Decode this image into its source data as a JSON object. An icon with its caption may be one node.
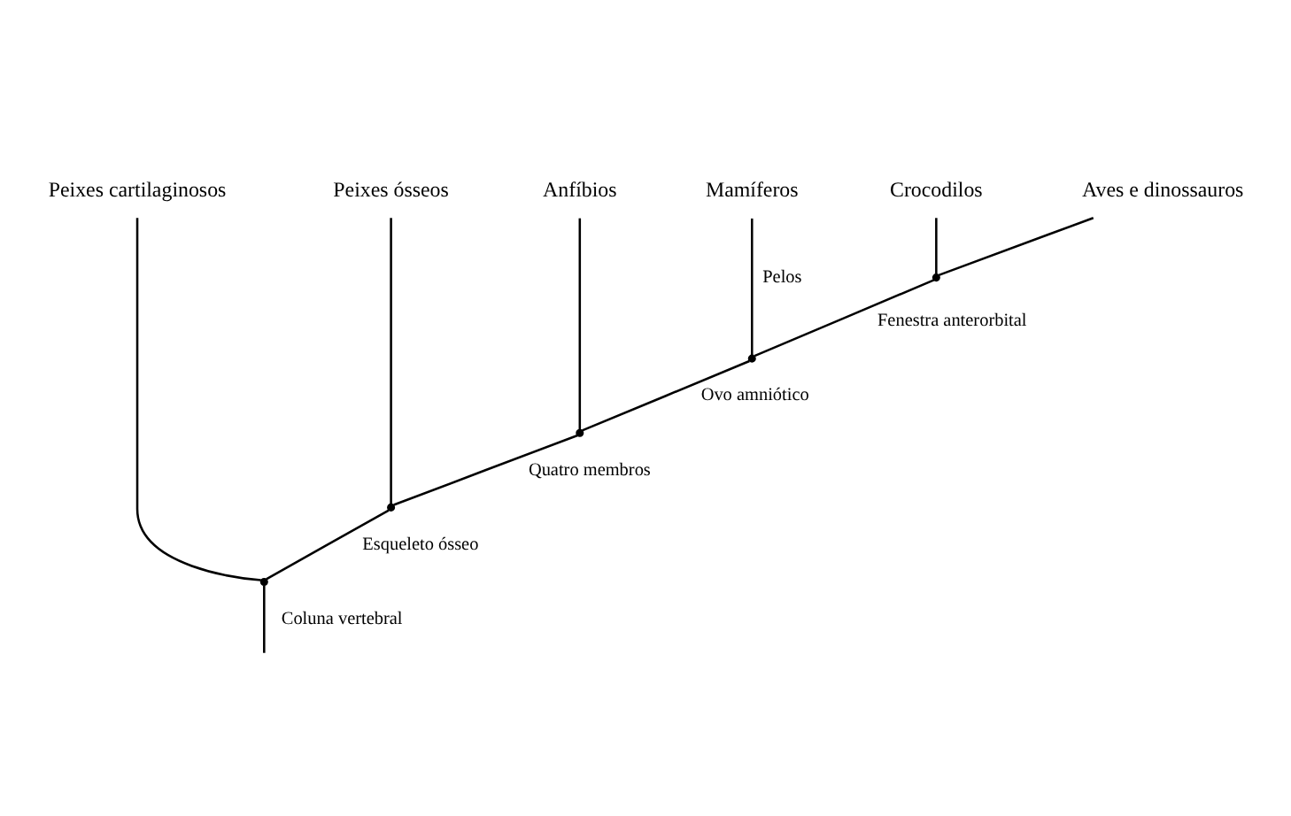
{
  "diagram": {
    "nodes": [
      {
        "text": [
          "Peixes cartilaginosos"
        ]
      },
      {
        "text": [
          "Peixes ósseos"
        ]
      },
      {
        "text": [
          "Anfíbios"
        ]
      },
      {
        "text": [
          "Mamíferos"
        ]
      },
      {
        "text": [
          "Crocodilos"
        ]
      },
      {
        "text": [
          "Aves e dinossauros"
        ]
      },
      {
        "text": [],
        "shape": "point"
      },
      {
        "text": [],
        "shape": "point"
      },
      {
        "text": [],
        "shape": "point"
      },
      {
        "text": [],
        "shape": "point"
      },
      {
        "text": [],
        "shape": "point"
      }
    ],
    "edges": [
      {
        "from": null,
        "to": 10,
        "arrow": "none",
        "label": "Coluna vertebral"
      },
      {
        "from": 10,
        "to": 0,
        "arrow": "none"
      },
      {
        "from": 10,
        "to": 9,
        "arrow": "none",
        "label": "Esqueleto ósseo"
      },
      {
        "from": 9,
        "to": 1,
        "arrow": "none"
      },
      {
        "from": 9,
        "to": 8,
        "arrow": "none",
        "label": "Quatro membros"
      },
      {
        "from": 8,
        "to": 2,
        "arrow": "none"
      },
      {
        "from": 8,
        "to": 7,
        "arrow": "none",
        "label": "Ovo amniótico"
      },
      {
        "from": 7,
        "to": 3,
        "arrow": "none",
        "label": "Pelos"
      },
      {
        "from": 7,
        "to": 6,
        "arrow": "none",
        "label": "Fenestra anterorbital"
      },
      {
        "from": 6,
        "to": 4,
        "arrow": "none"
      },
      {
        "from": 6,
        "to": 5,
        "arrow": "none"
      }
    ]
  }
}
